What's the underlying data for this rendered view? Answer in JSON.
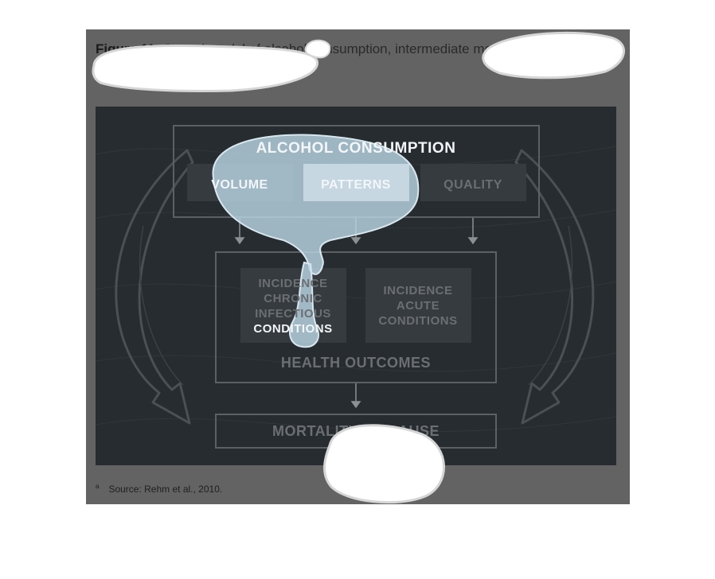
{
  "caption": {
    "label": "Figure 11",
    "text": ". Causal model of alcohol consumption, intermediate mechanisms and health consequences",
    "note_marker": "a"
  },
  "diagram": {
    "consumption": {
      "title": "ALCOHOL CONSUMPTION",
      "dimensions": [
        "VOLUME",
        "PATTERNS",
        "QUALITY"
      ]
    },
    "outcomes": {
      "title": "HEALTH OUTCOMES",
      "chronic": [
        "INCIDENCE",
        "CHRONIC",
        "INFECTIOUS",
        "CONDITIONS"
      ],
      "acute": [
        "INCIDENCE",
        "ACUTE",
        "CONDITIONS"
      ]
    },
    "mortality": {
      "title": "MORTALITY BY CAUSE"
    }
  },
  "footnote": {
    "marker": "a",
    "text": "Source: Rehm et al., 2010."
  },
  "colors": {
    "figure_background": "#636363",
    "panel_background": "#262c30",
    "dim_text": "#6b6f73",
    "highlight_blob": "#b9d4e3"
  }
}
